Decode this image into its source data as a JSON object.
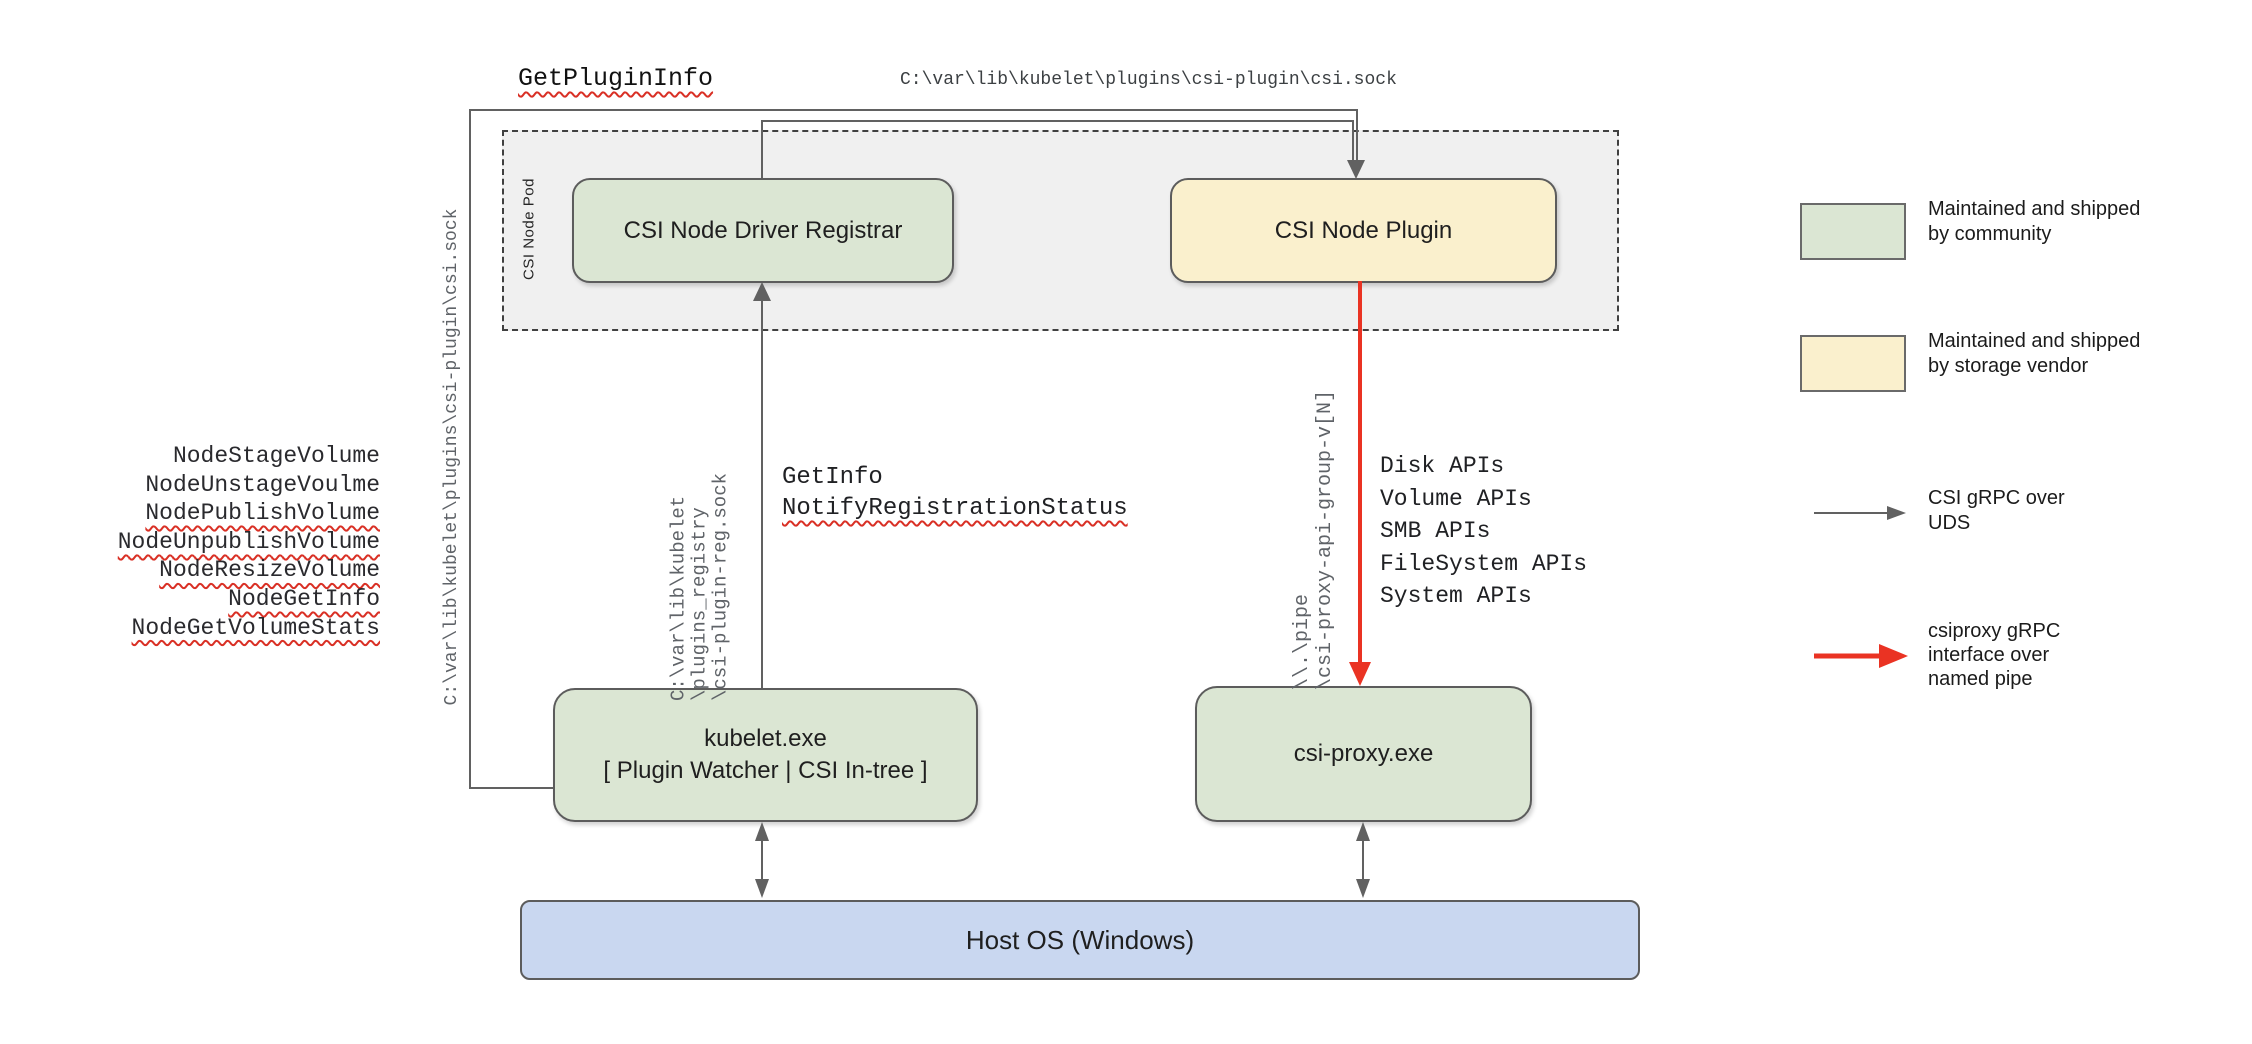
{
  "diagram": {
    "pod_label": "CSI Node Pod",
    "boxes": {
      "registrar": "CSI Node Driver Registrar",
      "plugin": "CSI Node Plugin",
      "kubelet_title": "kubelet.exe",
      "kubelet_subtitle": "[ Plugin Watcher | CSI In-tree ]",
      "csi_proxy": "csi-proxy.exe",
      "host_os": "Host OS (Windows)"
    },
    "paths": {
      "plugin_socket_top": "C:\\var\\lib\\kubelet\\plugins\\csi-plugin\\csi.sock",
      "plugin_socket_left": "C:\\var\\lib\\kubelet\\plugins\\csi-plugin\\csi.sock",
      "registration_socket": "C:\\var\\lib\\kubelet\n\\plugins_registry\n\\csi-plugin-reg.sock",
      "named_pipe": "\\\\.\\pipe\n\\csi-proxy-api-group-v[N]"
    },
    "rpc": {
      "get_plugin_info": "GetPluginInfo",
      "get_info": "GetInfo",
      "notify_registration_status": "NotifyRegistrationStatus"
    },
    "kubelet_node_apis": [
      "NodeStageVolume",
      "NodeUnstageVoulme",
      "NodePublishVolume",
      "NodeUnpublishVolume",
      "NodeResizeVolume",
      "NodeGetInfo",
      "NodeGetVolumeStats"
    ],
    "csi_proxy_apis": [
      "Disk APIs",
      "Volume APIs",
      "SMB APIs",
      "FileSystem APIs",
      "System APIs"
    ]
  },
  "legend": {
    "community_label": "Maintained and shipped\nby community",
    "vendor_label": "Maintained and shipped\nby storage vendor",
    "uds_label": "CSI gRPC over\nUDS",
    "pipe_label": "csiproxy gRPC\ninterface over\nnamed pipe"
  },
  "colors": {
    "community-green": "#dbe6d3",
    "vendor-yellow": "#faf0cd",
    "host-blue": "#c9d7f0",
    "pod-fill": "#f0f0f0",
    "box-border": "#5c5c5c",
    "line-gray": "#616161",
    "arrow-red": "#ea3323",
    "squiggle-red": "#d93025",
    "path-text-gray": "#5f6368",
    "text-black": "#1f1f1f"
  }
}
